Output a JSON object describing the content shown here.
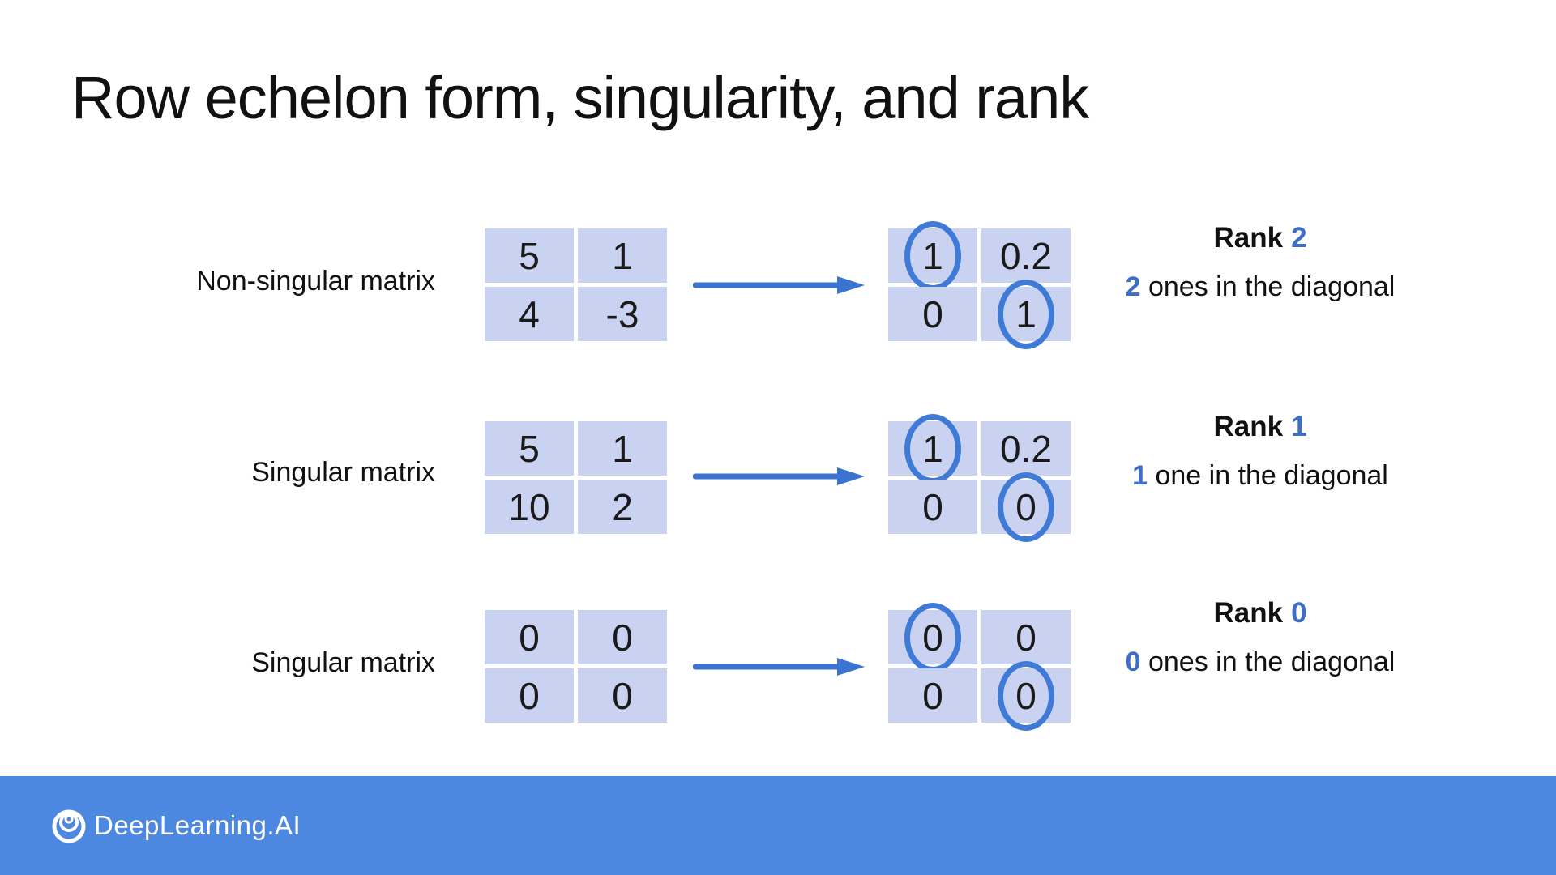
{
  "slide": {
    "title": "Row echelon form, singularity, and rank"
  },
  "rows": [
    {
      "label": "Non-singular matrix",
      "input_matrix": [
        [
          "5",
          "1"
        ],
        [
          "4",
          "-3"
        ]
      ],
      "output_matrix": [
        [
          "1",
          "0.2"
        ],
        [
          "0",
          "1"
        ]
      ],
      "rank_label": "Rank",
      "rank_value": "2",
      "diagonal_count": "2",
      "diagonal_text": " ones in the diagonal"
    },
    {
      "label": "Singular matrix",
      "input_matrix": [
        [
          "5",
          "1"
        ],
        [
          "10",
          "2"
        ]
      ],
      "output_matrix": [
        [
          "1",
          "0.2"
        ],
        [
          "0",
          "0"
        ]
      ],
      "rank_label": "Rank",
      "rank_value": "1",
      "diagonal_count": "1",
      "diagonal_text": " one in the diagonal"
    },
    {
      "label": "Singular matrix",
      "input_matrix": [
        [
          "0",
          "0"
        ],
        [
          "0",
          "0"
        ]
      ],
      "output_matrix": [
        [
          "0",
          "0"
        ],
        [
          "0",
          "0"
        ]
      ],
      "rank_label": "Rank",
      "rank_value": "0",
      "diagonal_count": "0",
      "diagonal_text": " ones in the diagonal"
    }
  ],
  "footer": {
    "brand": "DeepLearning.AI"
  },
  "colors": {
    "matrix_cell": "#c9d2f0",
    "circle_stroke": "#3e7ad6",
    "arrow_blue": "#3b73d1",
    "accent_text_blue": "#3d6fc8",
    "footer_bar": "#4c87e0",
    "title_text": "#111111"
  }
}
